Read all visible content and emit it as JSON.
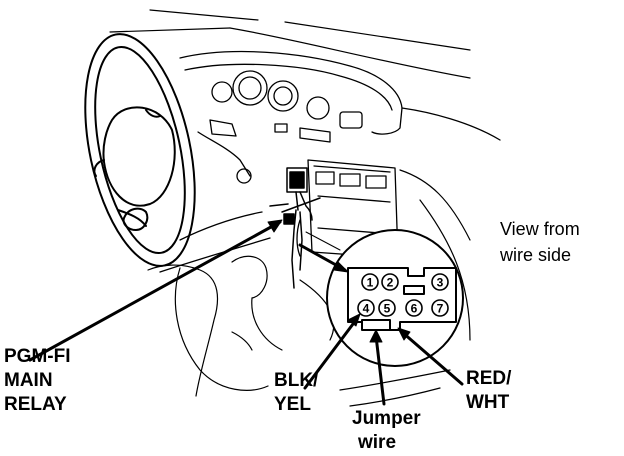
{
  "labels": {
    "view_from": "View from",
    "wire_side": "wire side",
    "pgmfi_line1": "PGM-FI",
    "pgmfi_line2": "MAIN",
    "pgmfi_line3": "RELAY",
    "blk": "BLK/",
    "yel": "YEL",
    "jumper": "Jumper",
    "wire": "wire",
    "red": "RED/",
    "wht": "WHT"
  },
  "connector_pins": [
    "1",
    "2",
    "3",
    "4",
    "5",
    "6",
    "7"
  ],
  "colors": {
    "ink": "#000000",
    "paper": "#ffffff"
  }
}
